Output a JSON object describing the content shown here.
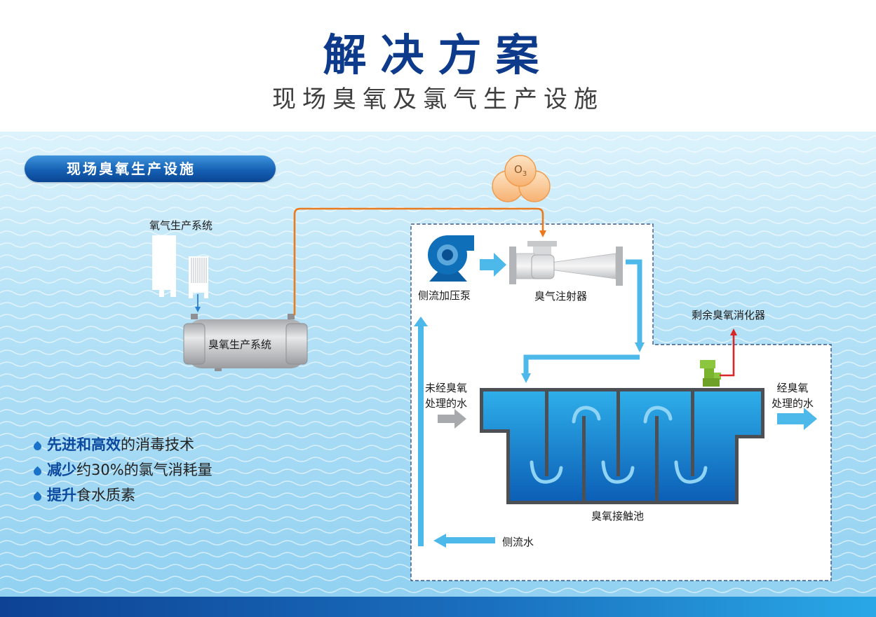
{
  "header": {
    "title": "解决方案",
    "subtitle": "现场臭氧及氯气生产设施"
  },
  "section": {
    "badge": "现场臭氧生产设施"
  },
  "diagram": {
    "oxygen_system_label": "氧气生产系统",
    "ozone_system_label": "臭氧生产系统",
    "ozone_bubble_label": "O",
    "ozone_bubble_sub": "3",
    "pump_label": "侧流加压泵",
    "injector_label": "臭气注射器",
    "destructor_label": "剩余臭氧消化器",
    "inlet_label_line1": "未经臭氧",
    "inlet_label_line2": "处理的水",
    "outlet_label_line1": "经臭氧",
    "outlet_label_line2": "处理的水",
    "contact_tank_label": "臭氧接触池",
    "sidestream_label": "侧流水"
  },
  "features": [
    {
      "strong": "先进和高效",
      "rest": "的消毒技术"
    },
    {
      "strong": "减少",
      "rest": "约30%的氯气消耗量"
    },
    {
      "strong": "提升",
      "rest": "食水质素"
    }
  ],
  "colors": {
    "title_blue": "#0d3a8a",
    "pipe_orange": "#ea7a1c",
    "flow_blue": "#4db8ea",
    "pump_blue": "#0f6fb8",
    "vent_red": "#d92727",
    "destructor_green": "#8cc63f",
    "tank_blue": "#1a8fd8"
  }
}
